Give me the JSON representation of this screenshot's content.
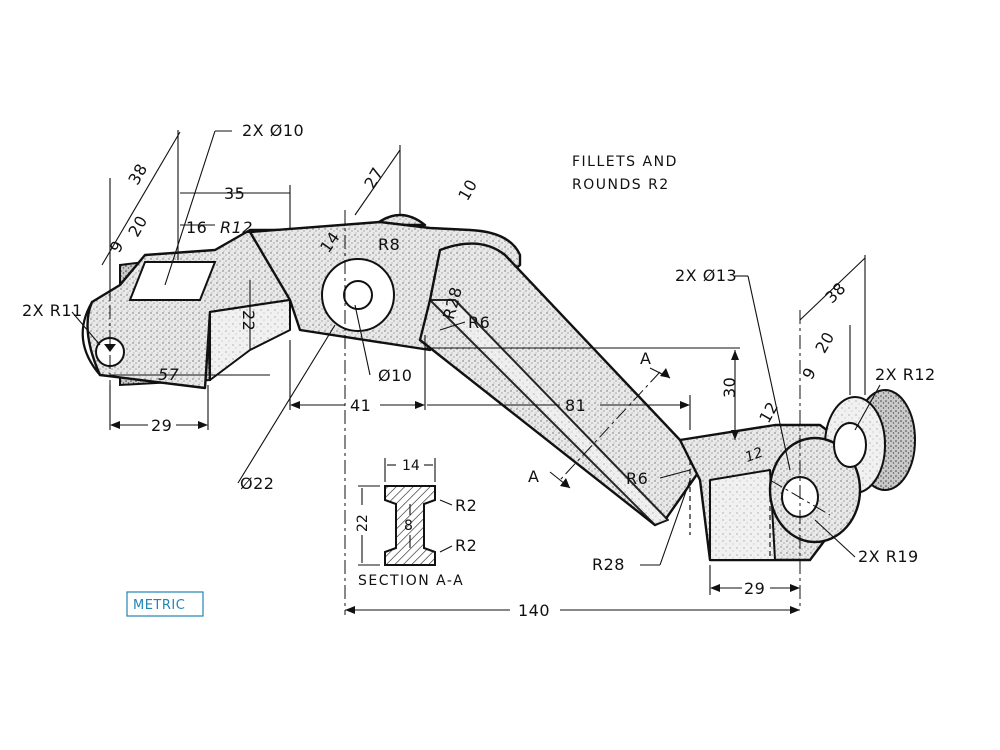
{
  "notes": {
    "fillets_line1": "FILLETS AND",
    "fillets_line2": "ROUNDS R2",
    "metric": "METRIC",
    "section_label": "SECTION A-A"
  },
  "dimensions": {
    "holes_left": "2X Ø10",
    "d38_left": "38",
    "d20_left": "20",
    "d9_left": "9",
    "d16": "16",
    "d35": "35",
    "r12_left": "R12",
    "d27": "27",
    "d10_top": "10",
    "d14_top": "14",
    "r8": "R8",
    "r28_upper": "R28",
    "r6_upper": "R6",
    "r11": "2X R11",
    "d22_vert": "22",
    "d57": "57",
    "d29_left": "29",
    "hole_center": "Ø10",
    "d41": "41",
    "d81": "81",
    "d22_boss": "Ø22",
    "section_a_upper": "A",
    "section_a_lower": "A",
    "d30": "30",
    "d12_right": "12",
    "d12_face": "12",
    "holes_right": "2X Ø13",
    "d38_right": "38",
    "d20_right": "20",
    "d9_right": "9",
    "r12_right": "2X R12",
    "r6_lower": "R6",
    "r28_lower": "R28",
    "r19": "2X R19",
    "d29_right": "29",
    "d140": "140",
    "sec_14": "14",
    "sec_22": "22",
    "sec_8": "8",
    "sec_r2_top": "R2",
    "sec_r2_bottom": "R2"
  }
}
